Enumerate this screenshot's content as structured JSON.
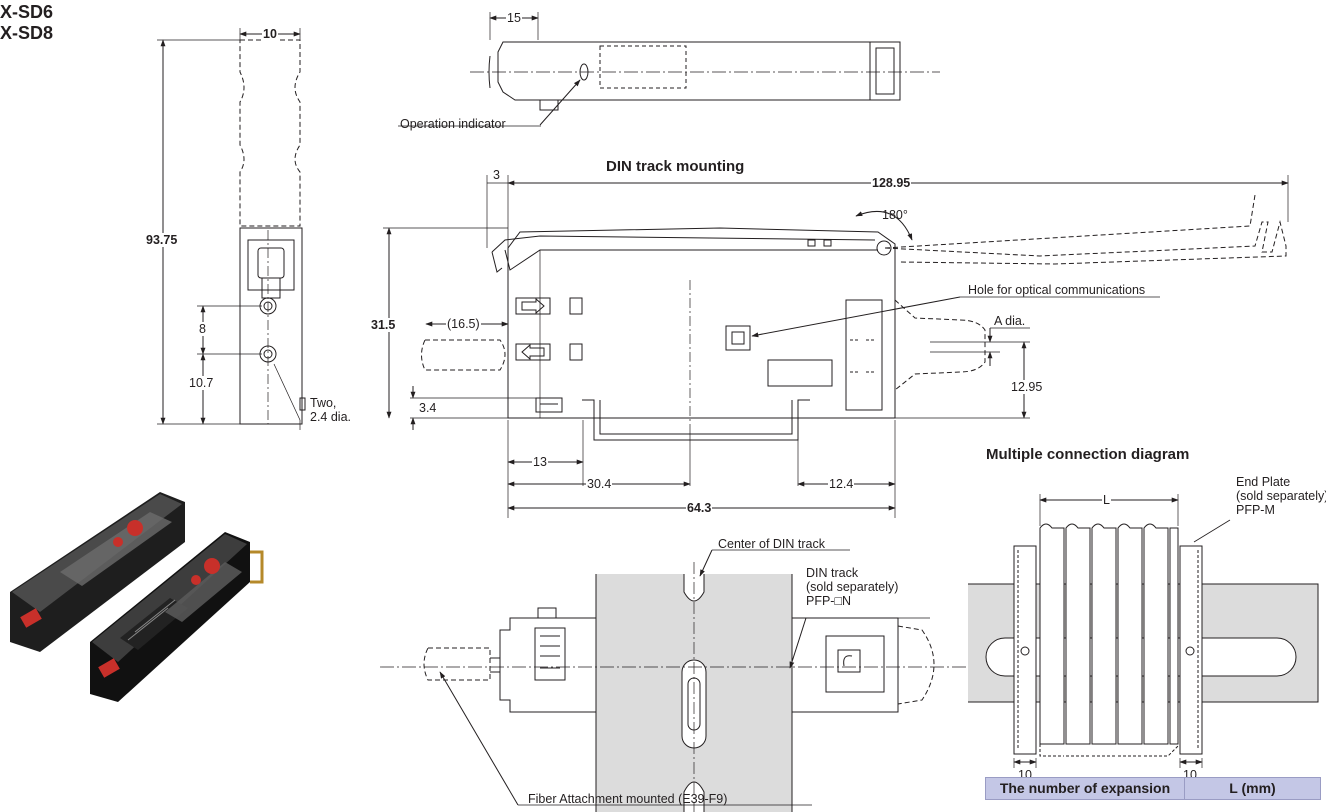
{
  "models": [
    "X-SD6",
    "X-SD8"
  ],
  "titles": {
    "din_mounting": "DIN track mounting",
    "multiple_connection": "Multiple connection diagram"
  },
  "dimensions": {
    "width_10": "10",
    "length_15": "15",
    "height_93_75": "93.75",
    "pitch_8": "8",
    "offset_10_7": "10.7",
    "depth_3": "3",
    "length_128_95": "128.95",
    "angle_180": "180°",
    "height_31_5": "31.5",
    "fiber_16_5": "(16.5)",
    "offset_3_4": "3.4",
    "offset_13": "13",
    "offset_30_4": "30.4",
    "offset_12_4": "12.4",
    "length_64_3": "64.3",
    "height_12_95": "12.95",
    "end_10_left": "10",
    "end_10_right": "10",
    "length_L": "L"
  },
  "labels": {
    "operation_indicator": "Operation indicator",
    "holes": "Two,\n2.4 dia.",
    "optical_hole": "Hole for optical communications",
    "a_dia": "A dia.",
    "din_center": "Center of DIN track",
    "din_track": "DIN track\n(sold separately)\nPFP-□N",
    "fiber_attachment": "Fiber Attachment mounted (E39-F9)",
    "end_plate": "End Plate\n(sold separately)\nPFP-M"
  },
  "table": {
    "headers": [
      "The number of expansion",
      "L (mm)"
    ]
  },
  "colors": {
    "ink": "#231f20",
    "track_gray": "#dcdcdc",
    "header_lavender": "#c4c7e6",
    "amp_dark": "#1a1a1a",
    "amp_red": "#c8302a"
  }
}
